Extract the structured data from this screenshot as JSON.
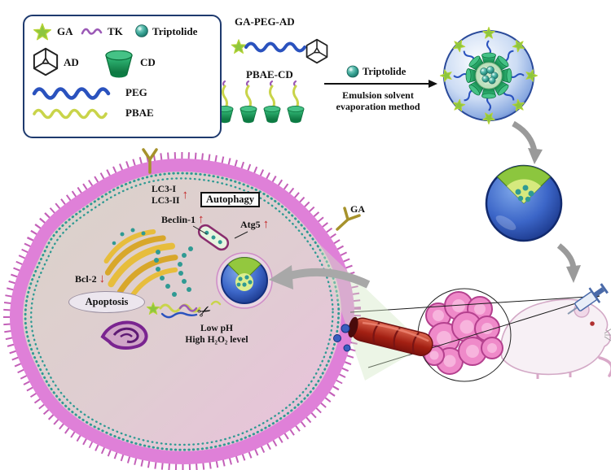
{
  "legend": {
    "ga": "GA",
    "tk": "TK",
    "triptolide": "Triptolide",
    "ad": "AD",
    "cd": "CD",
    "peg": "PEG",
    "pbae": "PBAE"
  },
  "synthesis": {
    "conjugate1": "GA-PEG-AD",
    "conjugate2": "PBAE-CD",
    "drug": "Triptolide",
    "method_line1": "Emulsion solvent",
    "method_line2": "evaporation method"
  },
  "cell": {
    "lc3_i": "LC3-I",
    "lc3_ii": "LC3-II",
    "autophagy": "Autophagy",
    "beclin1": "Beclin-1",
    "atg5": "Atg5",
    "bcl2": "Bcl-2",
    "apoptosis": "Apoptosis",
    "low_ph": "Low pH",
    "h2o2": "High H₂O₂ level",
    "ga_receptor": "GA",
    "up_arrow": "↑",
    "down_arrow": "↓"
  },
  "icons": {
    "scissors": "✂"
  },
  "colors": {
    "membrane_pink": "#d878d0",
    "teal_drug": "#2f9a93",
    "peg_blue": "#2a52be",
    "pbae_yellow": "#c9d44a",
    "cd_green": "#1faa5f",
    "ga_star_green": "#8dc63f",
    "tk_purple": "#9b59b6",
    "marker_red": "#c22324",
    "np_blue": "#3a5fc0",
    "tumor_pink": "#ee8ac9",
    "vessel_red": "#a32013",
    "arrow_gray": "#9a9a9a"
  }
}
